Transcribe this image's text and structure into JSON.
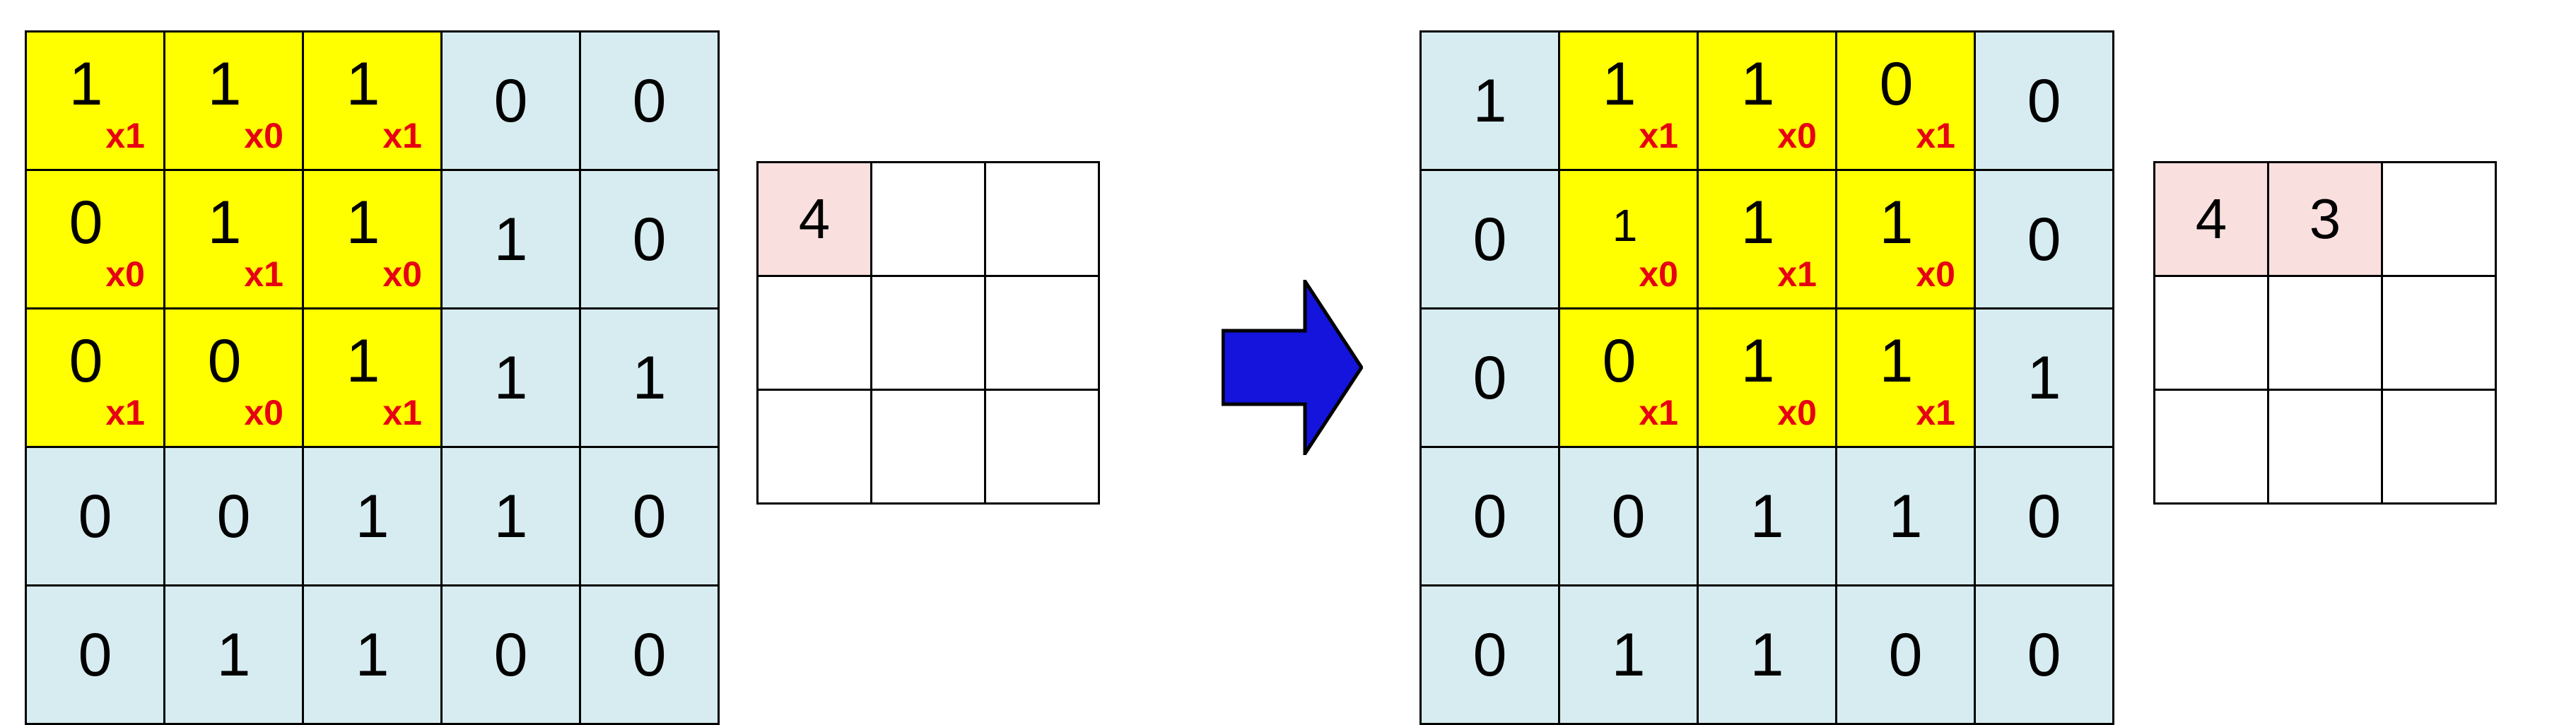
{
  "diagram": {
    "title": "2D convolution sliding window",
    "colors": {
      "input_cell": "#d6ecf0",
      "kernel_cell": "#ffff00",
      "multiplier_text": "#e60012",
      "output_filled": "#fadfdf",
      "arrow": "#1414dc",
      "border": "#000000"
    }
  },
  "steps": [
    {
      "name": "step-1",
      "input": {
        "rows": 5,
        "cols": 5,
        "values": [
          [
            "1",
            "1",
            "1",
            "0",
            "0"
          ],
          [
            "0",
            "1",
            "1",
            "1",
            "0"
          ],
          [
            "0",
            "0",
            "1",
            "1",
            "1"
          ],
          [
            "0",
            "0",
            "1",
            "1",
            "0"
          ],
          [
            "0",
            "1",
            "1",
            "0",
            "0"
          ]
        ],
        "kernel_window": {
          "row_start": 0,
          "row_end": 2,
          "col_start": 0,
          "col_end": 2
        },
        "multipliers": [
          [
            "x1",
            "x0",
            "x1"
          ],
          [
            "x0",
            "x1",
            "x0"
          ],
          [
            "x1",
            "x0",
            "x1"
          ]
        ],
        "small_digit_cells": []
      },
      "output": {
        "rows": 3,
        "cols": 3,
        "values": [
          [
            "4",
            "",
            ""
          ],
          [
            "",
            "",
            ""
          ],
          [
            "",
            "",
            ""
          ]
        ],
        "filled": [
          [
            true,
            false,
            false
          ],
          [
            false,
            false,
            false
          ],
          [
            false,
            false,
            false
          ]
        ]
      }
    },
    {
      "name": "step-2",
      "input": {
        "rows": 5,
        "cols": 5,
        "values": [
          [
            "1",
            "1",
            "1",
            "0",
            "0"
          ],
          [
            "0",
            "1",
            "1",
            "1",
            "0"
          ],
          [
            "0",
            "0",
            "1",
            "1",
            "1"
          ],
          [
            "0",
            "0",
            "1",
            "1",
            "0"
          ],
          [
            "0",
            "1",
            "1",
            "0",
            "0"
          ]
        ],
        "kernel_window": {
          "row_start": 0,
          "row_end": 2,
          "col_start": 1,
          "col_end": 3
        },
        "multipliers": [
          [
            "x1",
            "x0",
            "x1"
          ],
          [
            "x0",
            "x1",
            "x0"
          ],
          [
            "x1",
            "x0",
            "x1"
          ]
        ],
        "small_digit_cells": [
          [
            1,
            1
          ]
        ]
      },
      "output": {
        "rows": 3,
        "cols": 3,
        "values": [
          [
            "4",
            "3",
            ""
          ],
          [
            "",
            "",
            ""
          ],
          [
            "",
            "",
            ""
          ]
        ],
        "filled": [
          [
            true,
            true,
            false
          ],
          [
            false,
            false,
            false
          ],
          [
            false,
            false,
            false
          ]
        ]
      }
    }
  ],
  "arrow": {
    "label": "right-arrow",
    "direction": "right"
  }
}
